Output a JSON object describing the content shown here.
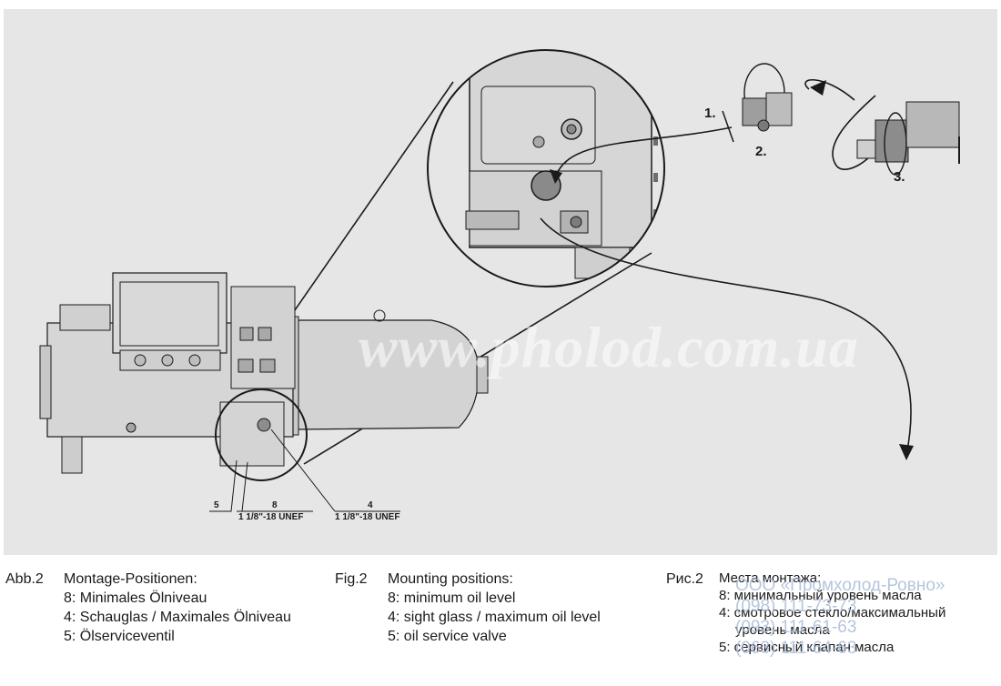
{
  "figure": {
    "watermark": "www.pholod.com.ua",
    "callouts": {
      "c5": "5",
      "c8_num": "8",
      "c8_thread": "1 1/8\"-18 UNEF",
      "c4_num": "4",
      "c4_thread": "1 1/8\"-18 UNEF"
    },
    "steps": [
      "1.",
      "2.",
      "3."
    ],
    "colors": {
      "background": "#e6e6e6",
      "line": "#1a1a1a",
      "part_fill": "#d3d3d3"
    }
  },
  "captions": {
    "de": {
      "label": "Abb.2",
      "lines": [
        "Montage-Positionen:",
        "8: Minimales Ölniveau",
        "4: Schauglas / Maximales Ölniveau",
        "5: Ölserviceventil"
      ]
    },
    "en": {
      "label": "Fig.2",
      "lines": [
        "Mounting positions:",
        "8: minimum oil level",
        "4: sight glass / maximum oil level",
        "5: oil service valve"
      ]
    },
    "ru": {
      "label": "Рис.2",
      "lines": [
        "Места монтажа:",
        "8: минимальный уровень масла",
        "4: смотровое стекло/максимальный",
        "уровень масла",
        "5: сервисный клапан масла"
      ]
    }
  },
  "watermark_ru": [
    "ООО «Промхолод-Ровно»",
    "(098) 111-73-73",
    "(093) 111-61-63",
    "(063) 111-64-63"
  ]
}
